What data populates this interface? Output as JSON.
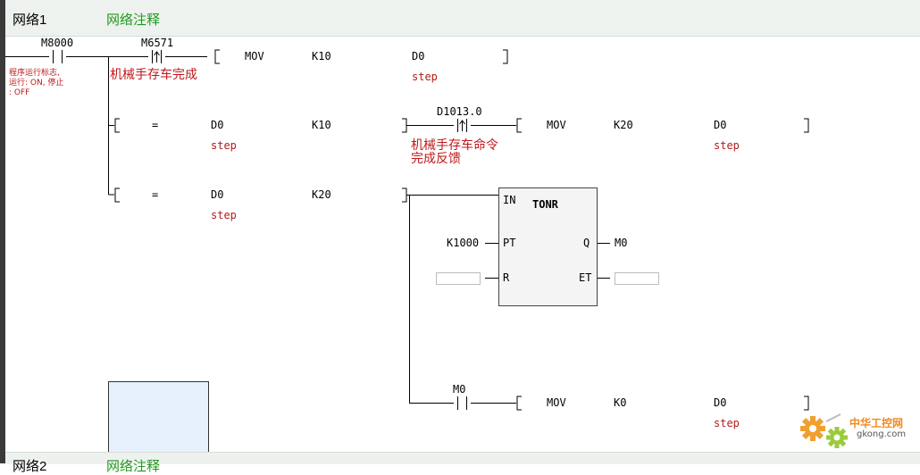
{
  "network1": {
    "title": "网络1",
    "comment": "网络注释"
  },
  "network2": {
    "title": "网络2",
    "comment": "网络注释"
  },
  "rung1": {
    "contact1": {
      "address": "M8000",
      "comment": "程序运行标志,\n运行: ON, 停止\n: OFF"
    },
    "contact2": {
      "address": "M6571",
      "comment": "机械手存车完成"
    },
    "mov": {
      "op": "MOV",
      "src": "K10",
      "dst": "D0",
      "dst_symbol": "step"
    }
  },
  "rung2": {
    "compare": {
      "op": "=",
      "a": "D0",
      "a_symbol": "step",
      "b": "K10"
    },
    "contact": {
      "address": "D1013.0",
      "comment": "机械手存车命令\n完成反馈"
    },
    "mov": {
      "op": "MOV",
      "src": "K20",
      "dst": "D0",
      "dst_symbol": "step"
    }
  },
  "rung3": {
    "compare": {
      "op": "=",
      "a": "D0",
      "a_symbol": "step",
      "b": "K20"
    },
    "timer": {
      "name": "TONR",
      "in_label": "IN",
      "pt_label": "PT",
      "r_label": "R",
      "q_label": "Q",
      "et_label": "ET",
      "pt_value": "K1000",
      "q_output": "M0"
    },
    "branch_contact": {
      "address": "M0"
    },
    "mov": {
      "op": "MOV",
      "src": "K0",
      "dst": "D0",
      "dst_symbol": "step"
    }
  },
  "watermark": {
    "site": "gkong.com",
    "brand": "中华工控网"
  },
  "colors": {
    "comment_red": "#c0171a",
    "net_comment_green": "#1f9a1f",
    "header_bg": "#eef2ee",
    "selection": "#e6f1fb"
  }
}
